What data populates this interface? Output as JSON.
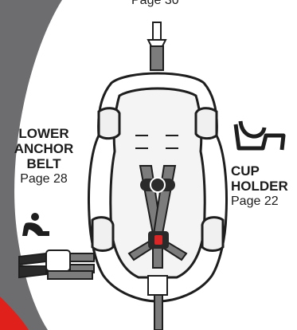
{
  "top_label": {
    "page": "Page 30"
  },
  "lower_anchor": {
    "title_lines": [
      "LOWER",
      "ANCHOR",
      "BELT"
    ],
    "page": "Page 28"
  },
  "cup_holder": {
    "title_lines": [
      "CUP",
      "HOLDER"
    ],
    "page": "Page 22"
  },
  "colors": {
    "background_wedge": "#6d6d70",
    "accent_red": "#e0201b",
    "seat_outline": "#1e1e1e",
    "strap_gray": "#7c7c7c",
    "buckle_red": "#d92626"
  },
  "icons": [
    "child-seated-icon",
    "cup-holder-icon"
  ]
}
